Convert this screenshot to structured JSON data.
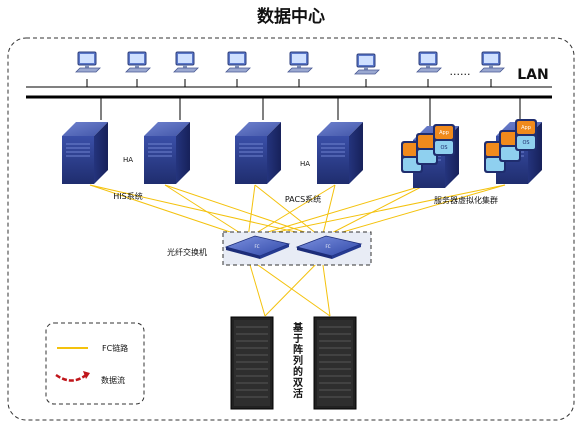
{
  "title": "数据中心",
  "lan_label": "LAN",
  "ellipsis": "......",
  "server_groups": {
    "his": "HIS系统",
    "pacs": "PACS系统",
    "virt": "服务器虚拟化集群"
  },
  "ha_label": "HA",
  "fc_switch_label": "光纤交换机",
  "storage_label_chars": [
    "基",
    "于",
    "阵",
    "列",
    "的",
    "双",
    "活"
  ],
  "vm_app": "App",
  "vm_os": "OS",
  "legend": {
    "fc_link": "FC链路",
    "data_flow": "数据流"
  },
  "colors": {
    "fc_link": "#f4c20d",
    "data_flow": "#c0161b",
    "server": "#2c3e8f",
    "app": "#f08a1c",
    "os": "#8fd0ef"
  }
}
